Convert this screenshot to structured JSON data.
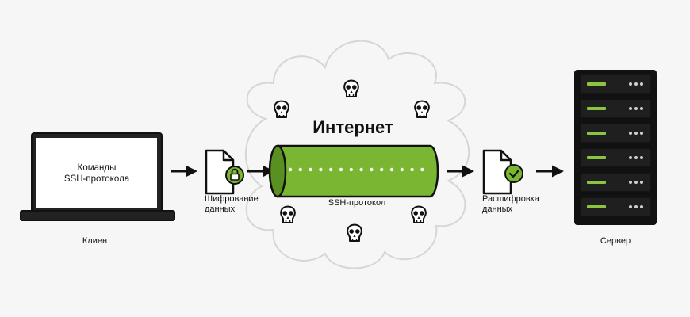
{
  "labels": {
    "commands_line1": "Команды",
    "commands_line2": "SSH-протокола",
    "client": "Клиент",
    "encrypt_line1": "Шифрование",
    "encrypt_line2": "данных",
    "internet": "Интернет",
    "tunnel": "SSH-протокол",
    "decrypt_line1": "Расшифровка",
    "decrypt_line2": "данных",
    "server": "Сервер"
  },
  "colors": {
    "background": "#f6f6f6",
    "outline": "#111111",
    "tunnel_green": "#7ab632",
    "server_led": "#8bc53f",
    "cloud": "#d6d6d6"
  },
  "icons": [
    "laptop-icon",
    "lock-icon",
    "check-icon",
    "skull-icon",
    "server-icon",
    "cloud-icon"
  ]
}
